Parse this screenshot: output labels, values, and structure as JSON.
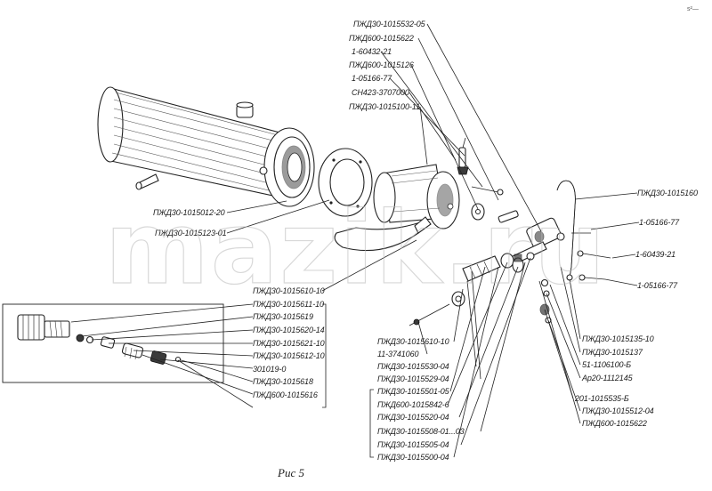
{
  "watermark": "mazik.ru",
  "corner_mark": "s²—",
  "caption": "Рис 5",
  "labels": {
    "l01": "ПЖД30-1015532-05",
    "l02": "ПЖД600-1015622",
    "l03": "1-60432-21",
    "l04": "ПЖД600-1015126",
    "l05": "1-05166-77",
    "l06": "СН423-3707000",
    "l07": "ПЖД30-1015100-11",
    "l08": "ПЖД30-1015160",
    "l09": "1-05166-77",
    "l10": "1-60439-21",
    "l11": "1-05166-77",
    "l12": "ПЖД30-1015012-20",
    "l13": "ПЖД30-1015123-01",
    "l14": "ПЖД30-1015610-10",
    "l15": "ПЖД30-1015611-10",
    "l16": "ПЖД30-1015619",
    "l17": "ПЖД30-1015620-14",
    "l18": "ПЖД30-1015621-10",
    "l19": "ПЖД30-1015612-10",
    "l20": "301019-0",
    "l21": "ПЖД30-1015618",
    "l22": "ПЖД600-1015616",
    "l23": "ПЖД30-1015610-10",
    "l24": "11-3741060",
    "l25": "ПЖД30-1015530-04",
    "l26": "ПЖД30-1015529-04",
    "l27": "ПЖД30-1015501-05",
    "l28": "ПЖД600-1015842-6",
    "l29": "ПЖД30-1015520-04",
    "l30": "ПЖД30-1015508-01...03",
    "l31": "ПЖД30-1015505-04",
    "l32": "ПЖД30-1015500-04",
    "l33": "ПЖД30-1015135-10",
    "l34": "ПЖД30-1015137",
    "l35": "51-1106100-Б",
    "l36": "Ар20-1112145",
    "l37": "201-1015535-Б",
    "l38": "ПЖД30-1015512-04",
    "l39": "ПЖД600-1015622"
  }
}
